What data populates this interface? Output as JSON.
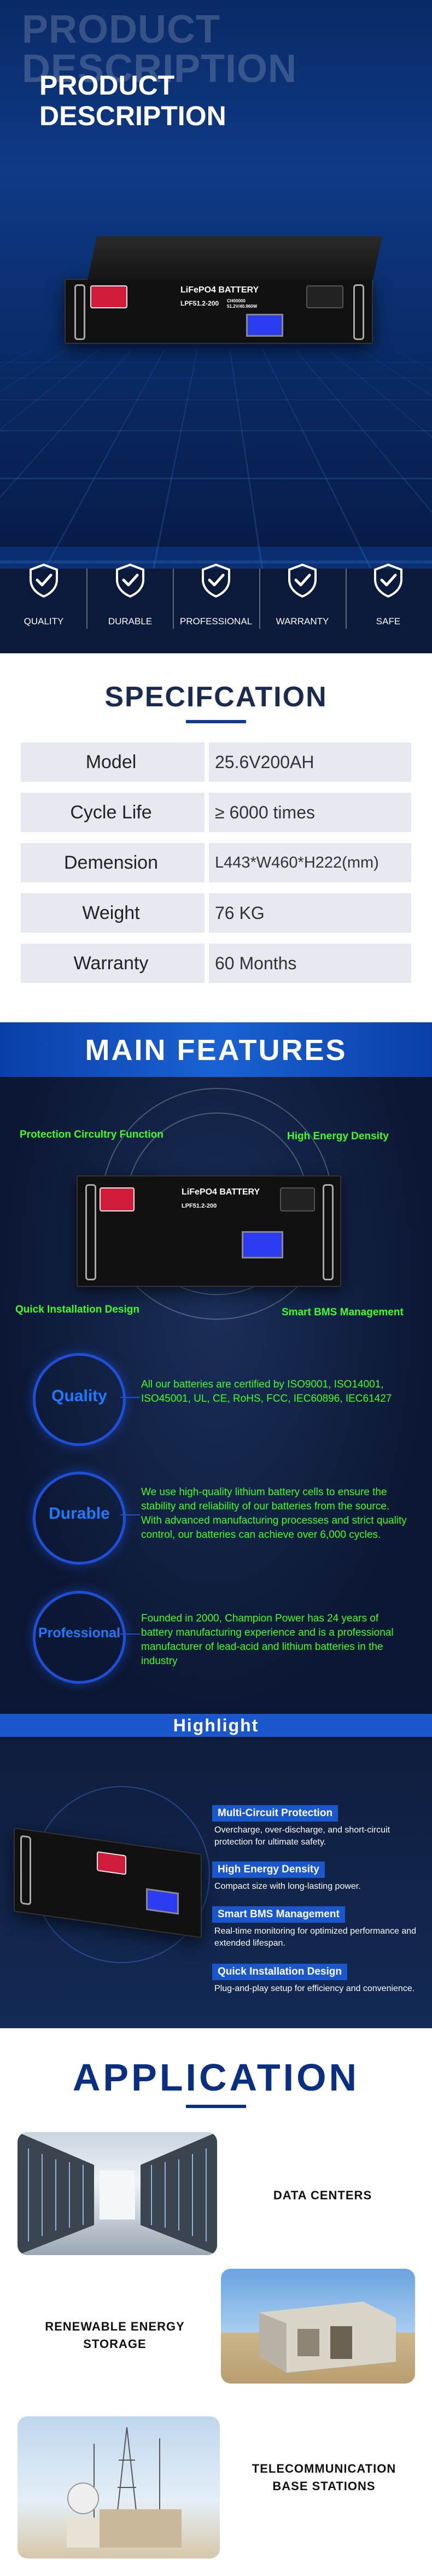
{
  "hero": {
    "ghost_title_line1": "PRODUCT",
    "ghost_title_line2": "DESCRIPTION",
    "title_line1": "PRODUCT",
    "title_line2": "DESCRIPTION",
    "battery_label": "LiFePO4 BATTERY",
    "battery_model": "LPF51.2-200",
    "battery_capacity": "CH00000",
    "battery_detail": "51.2V/40.960W"
  },
  "features": [
    {
      "label": "QUALITY",
      "icon": "shield-check-icon"
    },
    {
      "label": "DURABLE",
      "icon": "shield-check-icon"
    },
    {
      "label": "PROFESSIONAL",
      "icon": "shield-check-icon"
    },
    {
      "label": "WARRANTY",
      "icon": "shield-check-icon"
    },
    {
      "label": "SAFE",
      "icon": "shield-check-icon"
    }
  ],
  "spec": {
    "heading": "SPECIFCATION",
    "rows": [
      {
        "key": "Model",
        "value": "25.6V200AH"
      },
      {
        "key": "Cycle Life",
        "value": "≥ 6000 times"
      },
      {
        "key": "Demension",
        "value": "L443*W460*H222(mm)"
      },
      {
        "key": "Weight",
        "value": "76 KG"
      },
      {
        "key": "Warranty",
        "value": "60 Months"
      }
    ]
  },
  "main_features": {
    "heading": "MAIN FEATURES",
    "callouts": {
      "top_left": "Protection Circultry Function",
      "top_right": "High Energy Density",
      "bottom_left": "Quick Installation Design",
      "bottom_right": "Smart BMS Management"
    },
    "items": [
      {
        "title": "Quality",
        "text": "All our batteries are certified by ISO9001, ISO14001, ISO45001, UL, CE, RoHS, FCC, IEC60896, IEC61427"
      },
      {
        "title": "Durable",
        "text": "We use high-quality lithium battery cells to ensure the stability and reliability of our batteries from the source. With advanced manufacturing processes and strict quality control, our batteries can achieve over 6,000 cycles."
      },
      {
        "title": "Professional",
        "text": "Founded in 2000, Champion Power has 24 years of battery manufacturing experience and is a professional manufacturer of lead-acid and lithium batteries in the industry"
      }
    ]
  },
  "highlight": {
    "heading": "Highlight",
    "items": [
      {
        "title": "Multi-Circuit Protection",
        "text": "Overcharge, over-discharge, and short-circuit protection for ultimate safety."
      },
      {
        "title": "High Energy Density",
        "text": "Compact size with long-lasting power."
      },
      {
        "title": "Smart BMS Management",
        "text": "Real-time monitoring for optimized performance and extended lifespan."
      },
      {
        "title": "Quick Installation Design",
        "text": "Plug-and-play setup for efficiency and convenience."
      }
    ]
  },
  "application": {
    "heading": "APPLICATION",
    "items": [
      {
        "label": "DATA CENTERS"
      },
      {
        "label_line1": "RENEWABLE ENERGY",
        "label_line2": "STORAGE"
      },
      {
        "label_line1": "TELECOMMUNICATION",
        "label_line2": "BASE STATIONS"
      }
    ]
  },
  "colors": {
    "brand_blue": "#1a57cc",
    "accent_green": "#3dff2a",
    "battery_red": "#d01b3a"
  }
}
